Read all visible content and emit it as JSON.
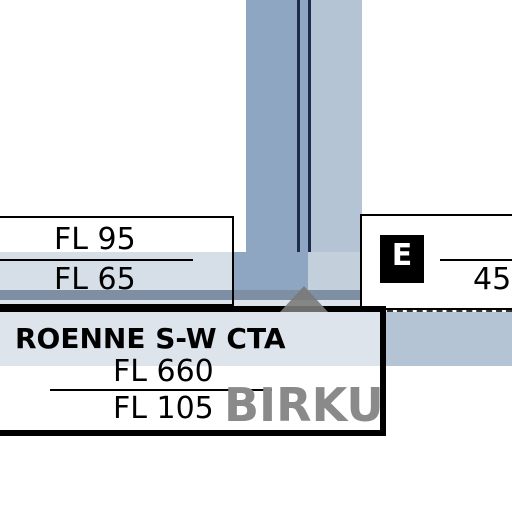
{
  "colors": {
    "airway_dark": "#8fa6c3",
    "airway_light": "#b4c4d4",
    "airway_pale": "#d6dee7",
    "airway_band": "#c3cfdb",
    "centerline": "#1d2c4a",
    "shadow": "#7f8fa3",
    "triangle": "#7a7a7a",
    "watermark": "#8a8a8a"
  },
  "box_left": {
    "upper_limit": "FL 95",
    "lower_limit": "FL 65"
  },
  "box_right": {
    "class_badge": "E",
    "lower_limit_partial": "45"
  },
  "box_main": {
    "name": "ROENNE S-W CTA",
    "upper_limit": "FL 660",
    "lower_limit": "FL 105"
  },
  "watermark_text": "BIRKU"
}
